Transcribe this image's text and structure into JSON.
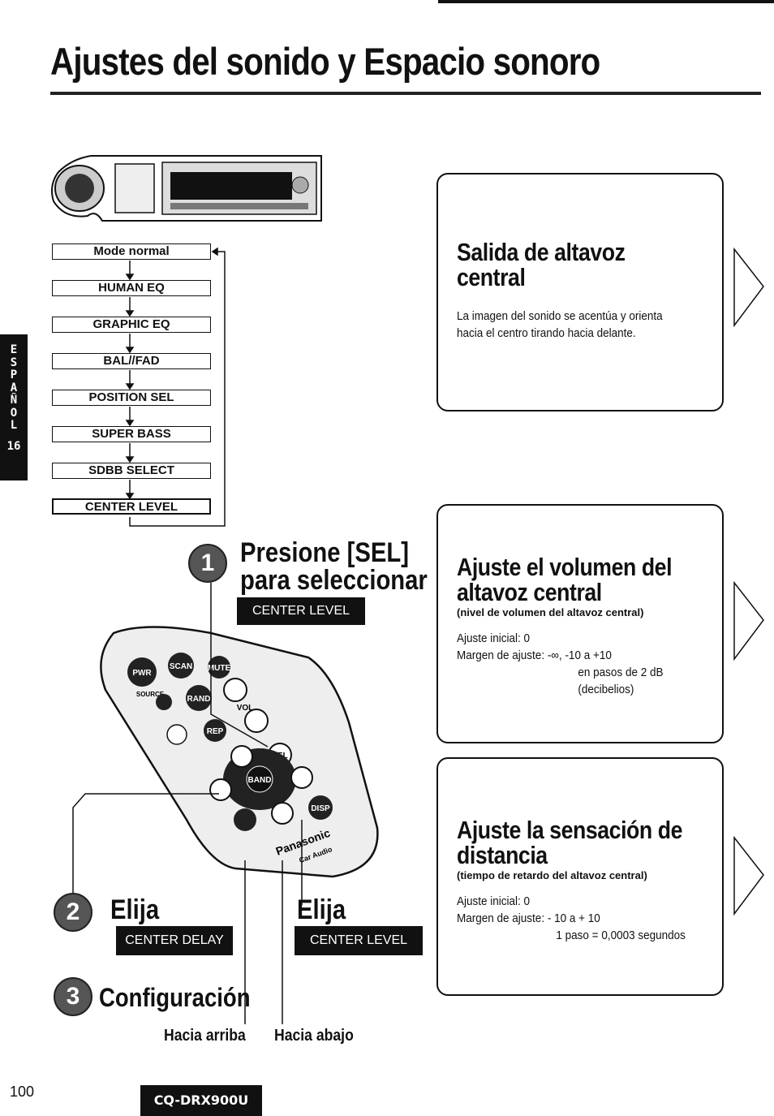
{
  "page": {
    "title": "Ajustes del sonido y Espacio sonoro",
    "page_number": "100",
    "model": "CQ-DRX900U"
  },
  "side_tab": {
    "letters": [
      "E",
      "S",
      "P",
      "A",
      "Ñ",
      "O",
      "L"
    ],
    "number": "16"
  },
  "mode_list": [
    "Mode normal",
    "HUMAN EQ",
    "GRAPHIC EQ",
    "BAL//FAD",
    "POSITION SEL",
    "SUPER BASS",
    "SDBB SELECT",
    "CENTER LEVEL"
  ],
  "steps": {
    "step1": {
      "number": "1",
      "title_line1": "Presione [SEL]",
      "title_line2": "para seleccionar",
      "display": "CENTER LEVEL"
    },
    "step2": {
      "number": "2",
      "title_left": "Elija",
      "display_left": "CENTER DELAY",
      "title_right": "Elija",
      "display_right": "CENTER LEVEL"
    },
    "step3": {
      "number": "3",
      "title": "Configuración"
    },
    "up_label": "Hacia arriba",
    "down_label": "Hacia abajo"
  },
  "remote": {
    "buttons": [
      "PWR",
      "SCAN",
      "MUTE",
      "SOURCE",
      "RAND",
      "VOL",
      "REP",
      "SEL",
      "BAND",
      "DISP"
    ],
    "brand": "Panasonic",
    "brand_sub": "Car Audio"
  },
  "cards": [
    {
      "title_line1": "Salida de altavoz",
      "title_line2": "central",
      "subtitle": "",
      "body": [
        "La imagen del sonido se acentúa y orienta",
        "hacia el centro tirando hacia delante."
      ]
    },
    {
      "title_line1": "Ajuste el volumen del",
      "title_line2": "altavoz central",
      "subtitle": "(nivel de volumen del altavoz central)",
      "body": [
        "Ajuste inicial: 0",
        "Margen de ajuste: -∞, -10 a +10",
        "en pasos de 2 dB",
        "(decibelios)"
      ]
    },
    {
      "title_line1": "Ajuste la sensación de",
      "title_line2": "distancia",
      "subtitle": "(tiempo de retardo del altavoz central)",
      "body": [
        "Ajuste inicial: 0",
        "Margen de ajuste: - 10 a + 10",
        "1 paso = 0,0003 segundos"
      ]
    }
  ]
}
